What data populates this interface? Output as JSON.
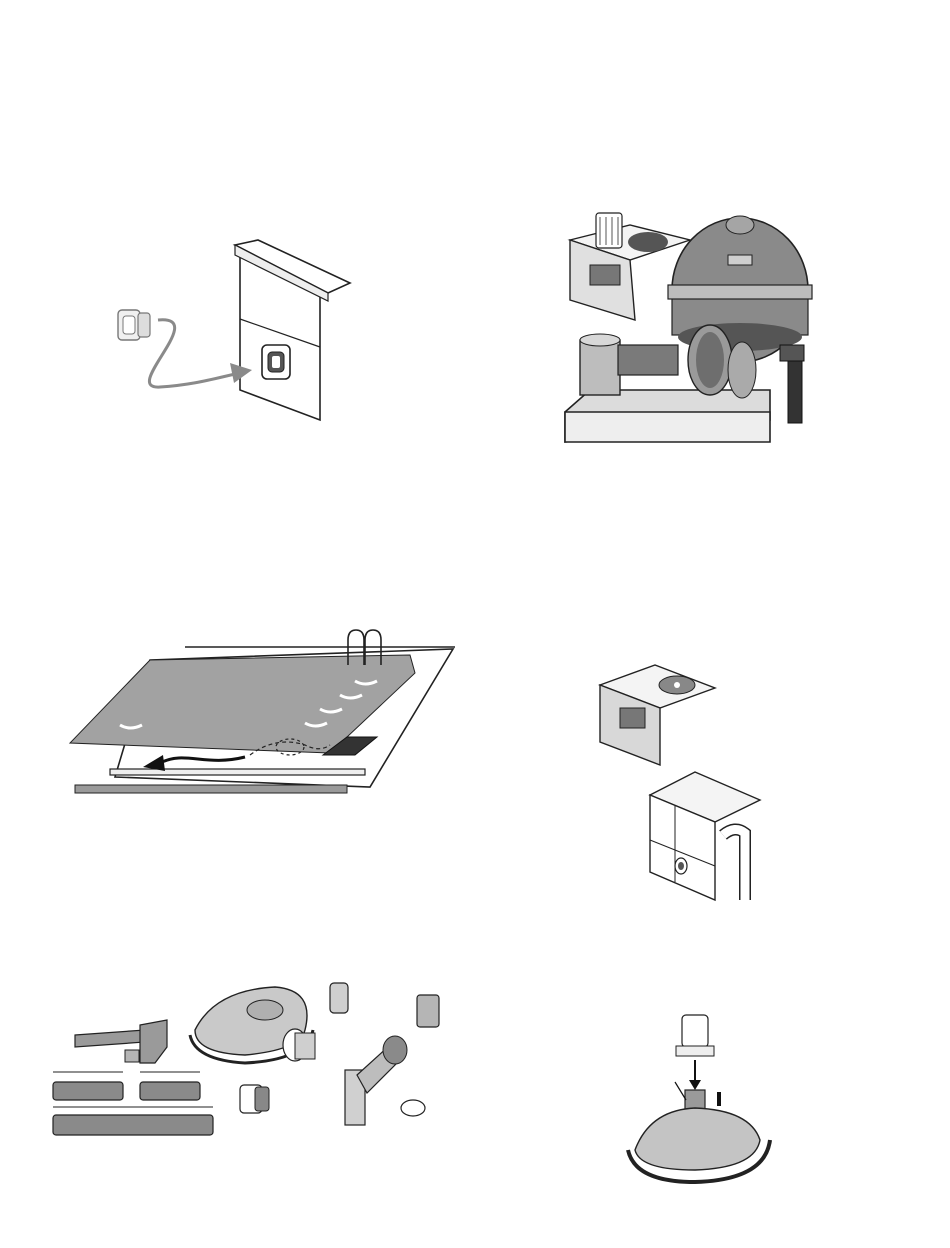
{
  "page": {
    "figures": [
      {
        "id": "fitting-install",
        "icon": "return-fitting-to-wall-icon"
      },
      {
        "id": "equipment-kit",
        "icon": "filter-pump-skimmer-icon"
      },
      {
        "id": "pool-layout",
        "icon": "pool-cleaner-hose-route-icon"
      },
      {
        "id": "skimmer-wall",
        "icon": "skimmer-wall-mount-icon"
      },
      {
        "id": "cleaner-parts",
        "icon": "cleaner-parts-kit-icon"
      },
      {
        "id": "cleaner-connect",
        "icon": "cleaner-hose-connect-icon"
      }
    ]
  },
  "colors": {
    "ink": "#222222",
    "gray_light": "#d4d4d4",
    "gray_mid": "#9a9a9a",
    "gray_dark": "#6a6a6a",
    "pool_water": "#a2a2a2",
    "arrow": "#8a8a8a"
  }
}
